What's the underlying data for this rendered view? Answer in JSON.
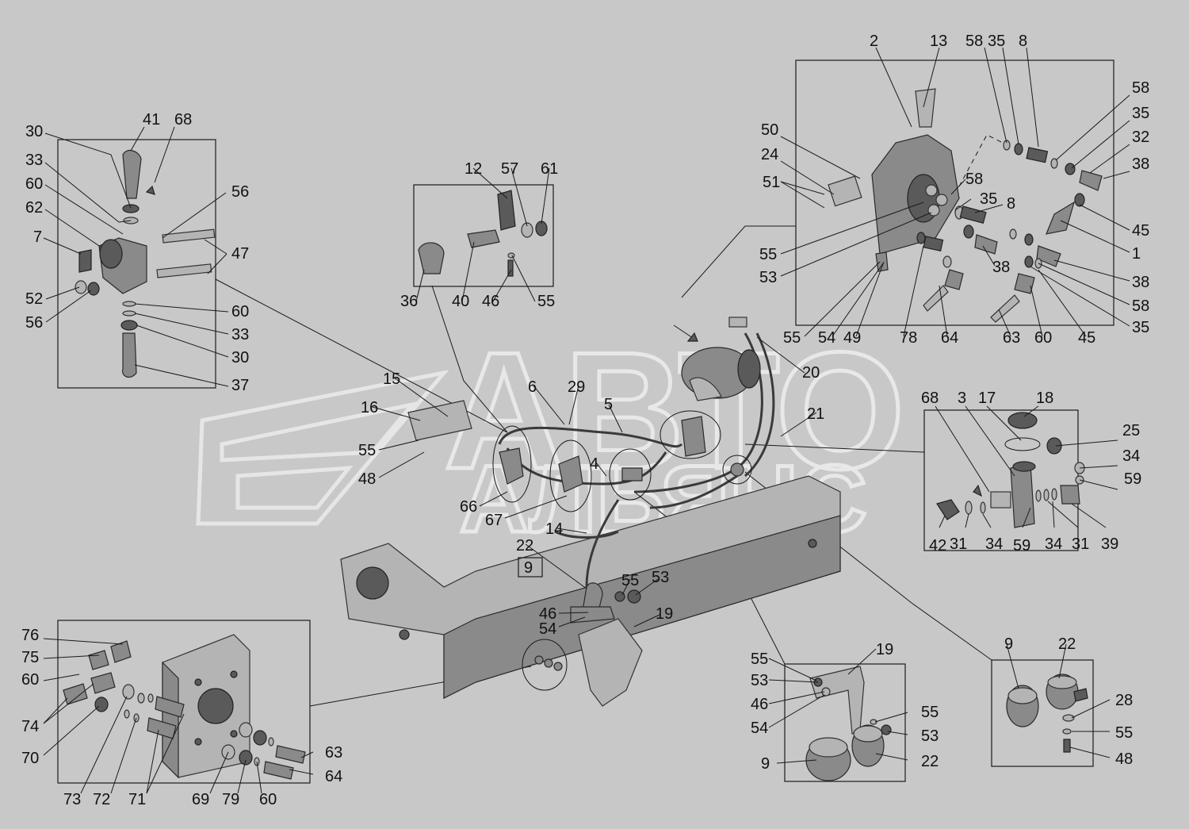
{
  "watermark": {
    "top_text": "АВТО",
    "bottom_text": "АЛЬЯНС"
  },
  "colors": {
    "background": "#c8c8c8",
    "line": "#1a1a1a",
    "part": "#8a8a8a",
    "watermark": "#e6e6e6"
  },
  "callouts": {
    "tl": [
      "30",
      "41",
      "68",
      "33",
      "60",
      "62",
      "7",
      "56",
      "47",
      "52",
      "56",
      "60",
      "33",
      "30",
      "37"
    ],
    "tc": [
      "12",
      "57",
      "61",
      "36",
      "40",
      "46",
      "55"
    ],
    "tr": [
      "2",
      "13",
      "58",
      "35",
      "8",
      "58",
      "35",
      "32",
      "38",
      "50",
      "24",
      "51",
      "58",
      "35",
      "8",
      "45",
      "1",
      "55",
      "53",
      "38",
      "38",
      "58",
      "35",
      "55",
      "54",
      "49",
      "78",
      "64",
      "63",
      "60",
      "45"
    ],
    "center": [
      "20",
      "21",
      "15",
      "16",
      "55",
      "48",
      "6",
      "29",
      "5",
      "4",
      "66",
      "67",
      "14",
      "22",
      "9",
      "55",
      "53",
      "46",
      "54",
      "19"
    ],
    "mr": [
      "68",
      "3",
      "17",
      "18",
      "25",
      "34",
      "59",
      "42",
      "31",
      "34",
      "59",
      "34",
      "31",
      "39"
    ],
    "bl": [
      "76",
      "75",
      "60",
      "74",
      "70",
      "73",
      "72",
      "71",
      "69",
      "79",
      "60",
      "63",
      "64"
    ],
    "bc": [
      "55",
      "53",
      "46",
      "54",
      "19",
      "55",
      "53",
      "9",
      "22"
    ],
    "br": [
      "9",
      "22",
      "28",
      "55",
      "48"
    ]
  }
}
